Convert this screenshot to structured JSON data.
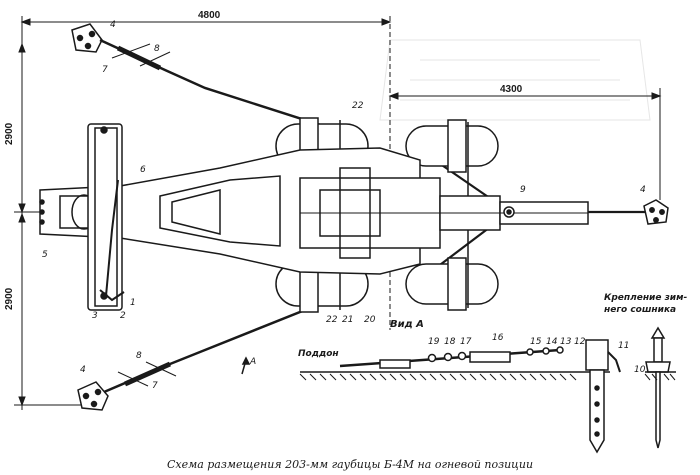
{
  "caption": "Схема размещения 203-мм гаубицы Б-4М на огневой позиции",
  "dimensions": {
    "width_left": "4800",
    "width_right": "4300",
    "height_top": "2900",
    "height_bottom": "2900"
  },
  "labels": {
    "view": "Вид А",
    "arrow": "А",
    "ground": "Поддон",
    "winter_anchor_line1": "Крепление зим-",
    "winter_anchor_line2": "него сошника"
  },
  "callouts": {
    "n1": "1",
    "n2": "2",
    "n3": "3",
    "n4a": "4",
    "n4b": "4",
    "n4c": "4",
    "n5": "5",
    "n6": "6",
    "n7a": "7",
    "n7b": "7",
    "n8a": "8",
    "n8b": "8",
    "n9": "9",
    "n10": "10",
    "n11": "11",
    "n12": "12",
    "n13": "13",
    "n14": "14",
    "n15": "15",
    "n16": "16",
    "n17": "17",
    "n18": "18",
    "n19": "19",
    "n20": "20",
    "n21": "21",
    "n22a": "22",
    "n22b": "22"
  },
  "colors": {
    "ink": "#1a1a1a",
    "paper": "#ffffff",
    "shade": "#bdbdbd"
  }
}
